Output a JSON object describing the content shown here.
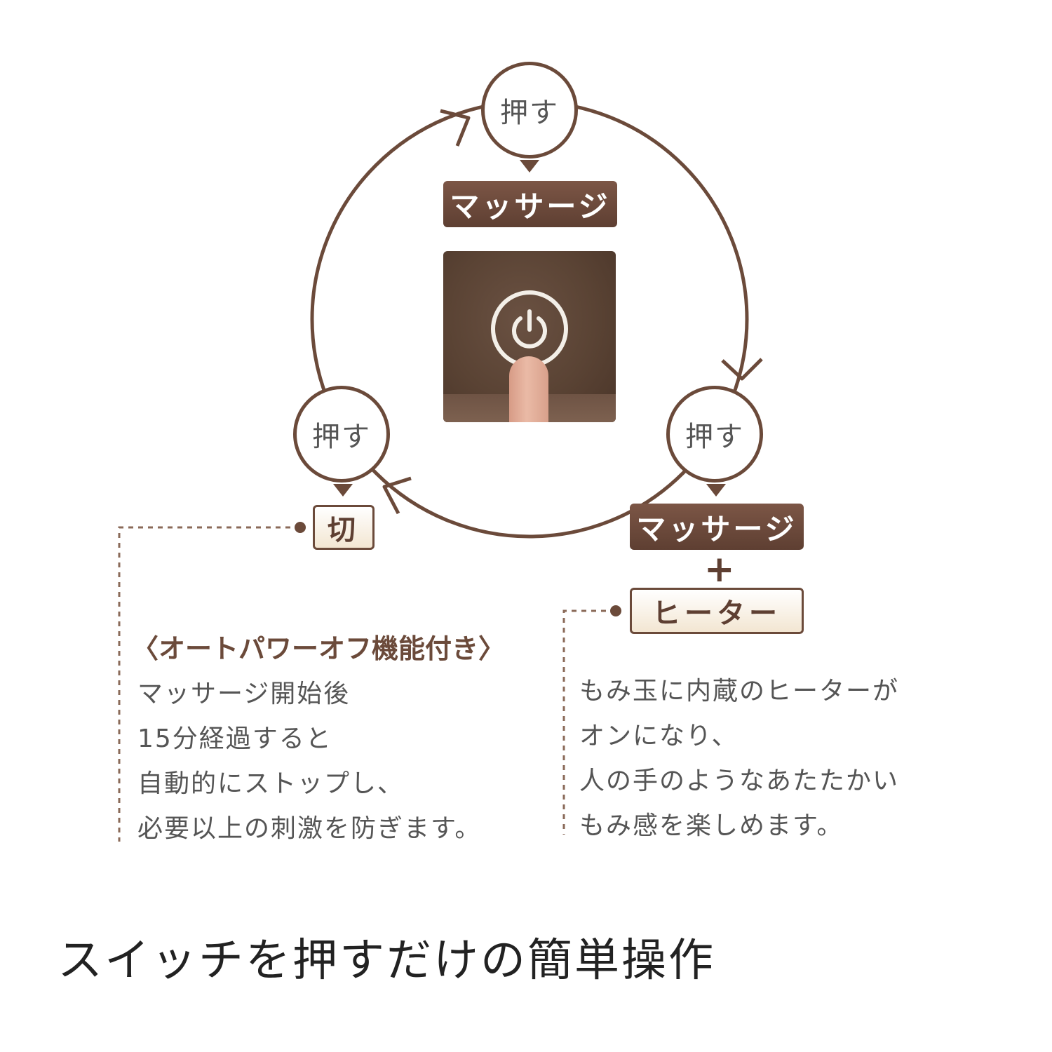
{
  "diagram": {
    "press_label": "押す",
    "massage_label": "マッサージ",
    "off_label": "切",
    "plus_label": "+",
    "heater_label": "ヒーター"
  },
  "left_note": {
    "title": "〈オートパワーオフ機能付き〉",
    "lines": [
      "マッサージ開始後",
      "15分経過すると",
      "自動的にストップし、",
      "必要以上の刺激を防ぎます。"
    ]
  },
  "right_note": {
    "lines": [
      "もみ玉に内蔵のヒーターが",
      "オンになり、",
      "人の手のようなあたたかい",
      "もみ感を楽しめます。"
    ]
  },
  "caption": "スイッチを押すだけの簡単操作",
  "colors": {
    "brown": "#6b4a3a",
    "dark_label": "#5e3f32",
    "text": "#555555"
  }
}
